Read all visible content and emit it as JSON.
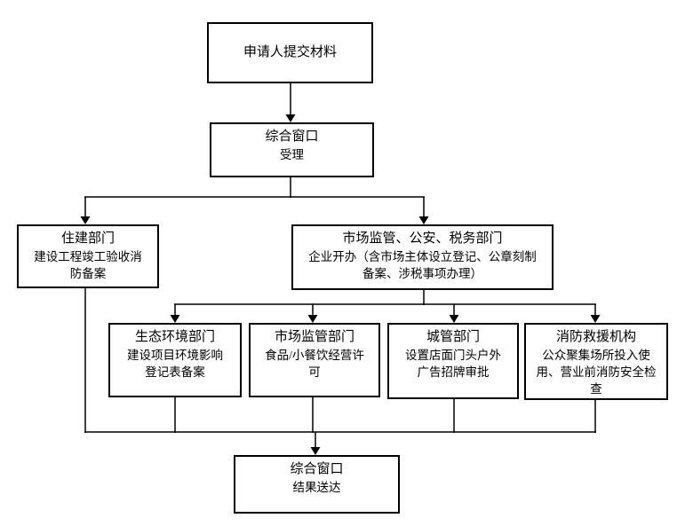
{
  "diagram": {
    "type": "flowchart",
    "background_color": "#ffffff",
    "line_color": "#000000",
    "box_border_color": "#000000",
    "box_fill_color": "#ffffff",
    "text_color": "#000000"
  },
  "nodes": [
    {
      "id": "applicant-submit",
      "title": "申请人提交材料",
      "body": ""
    },
    {
      "id": "window-accept",
      "title": "综合窗口",
      "body": "受理"
    },
    {
      "id": "housing-dept",
      "title": "住建部门",
      "body": "建设工程竣工验收消\n防备案"
    },
    {
      "id": "market-police-tax",
      "title": "市场监管、公安、税务部门",
      "body": "企业开办（含市场主体设立登记、公章刻制\n备案、涉税事项办理）"
    },
    {
      "id": "eco-env-dept",
      "title": "生态环境部门",
      "body": "建设项目环境影响\n登记表备案"
    },
    {
      "id": "market-reg-dept",
      "title": "市场监管部门",
      "body": "食品/小餐饮经营许\n可"
    },
    {
      "id": "urban-mgmt-dept",
      "title": "城管部门",
      "body": "设置店面门头户外\n广告招牌审批"
    },
    {
      "id": "fire-rescue-org",
      "title": "消防救援机构",
      "body": "公众聚集场所投入使\n用、营业前消防安全检\n查"
    },
    {
      "id": "window-deliver",
      "title": "综合窗口",
      "body": "结果送达"
    }
  ],
  "edges": [
    {
      "from": "applicant-submit",
      "to": "window-accept"
    },
    {
      "from": "window-accept",
      "to": "housing-dept"
    },
    {
      "from": "window-accept",
      "to": "market-police-tax"
    },
    {
      "from": "market-police-tax",
      "to": "eco-env-dept"
    },
    {
      "from": "market-police-tax",
      "to": "market-reg-dept"
    },
    {
      "from": "market-police-tax",
      "to": "urban-mgmt-dept"
    },
    {
      "from": "market-police-tax",
      "to": "fire-rescue-org"
    },
    {
      "from": "housing-dept",
      "to": "window-deliver"
    },
    {
      "from": "eco-env-dept",
      "to": "window-deliver"
    },
    {
      "from": "market-reg-dept",
      "to": "window-deliver"
    },
    {
      "from": "urban-mgmt-dept",
      "to": "window-deliver"
    },
    {
      "from": "fire-rescue-org",
      "to": "window-deliver"
    }
  ]
}
